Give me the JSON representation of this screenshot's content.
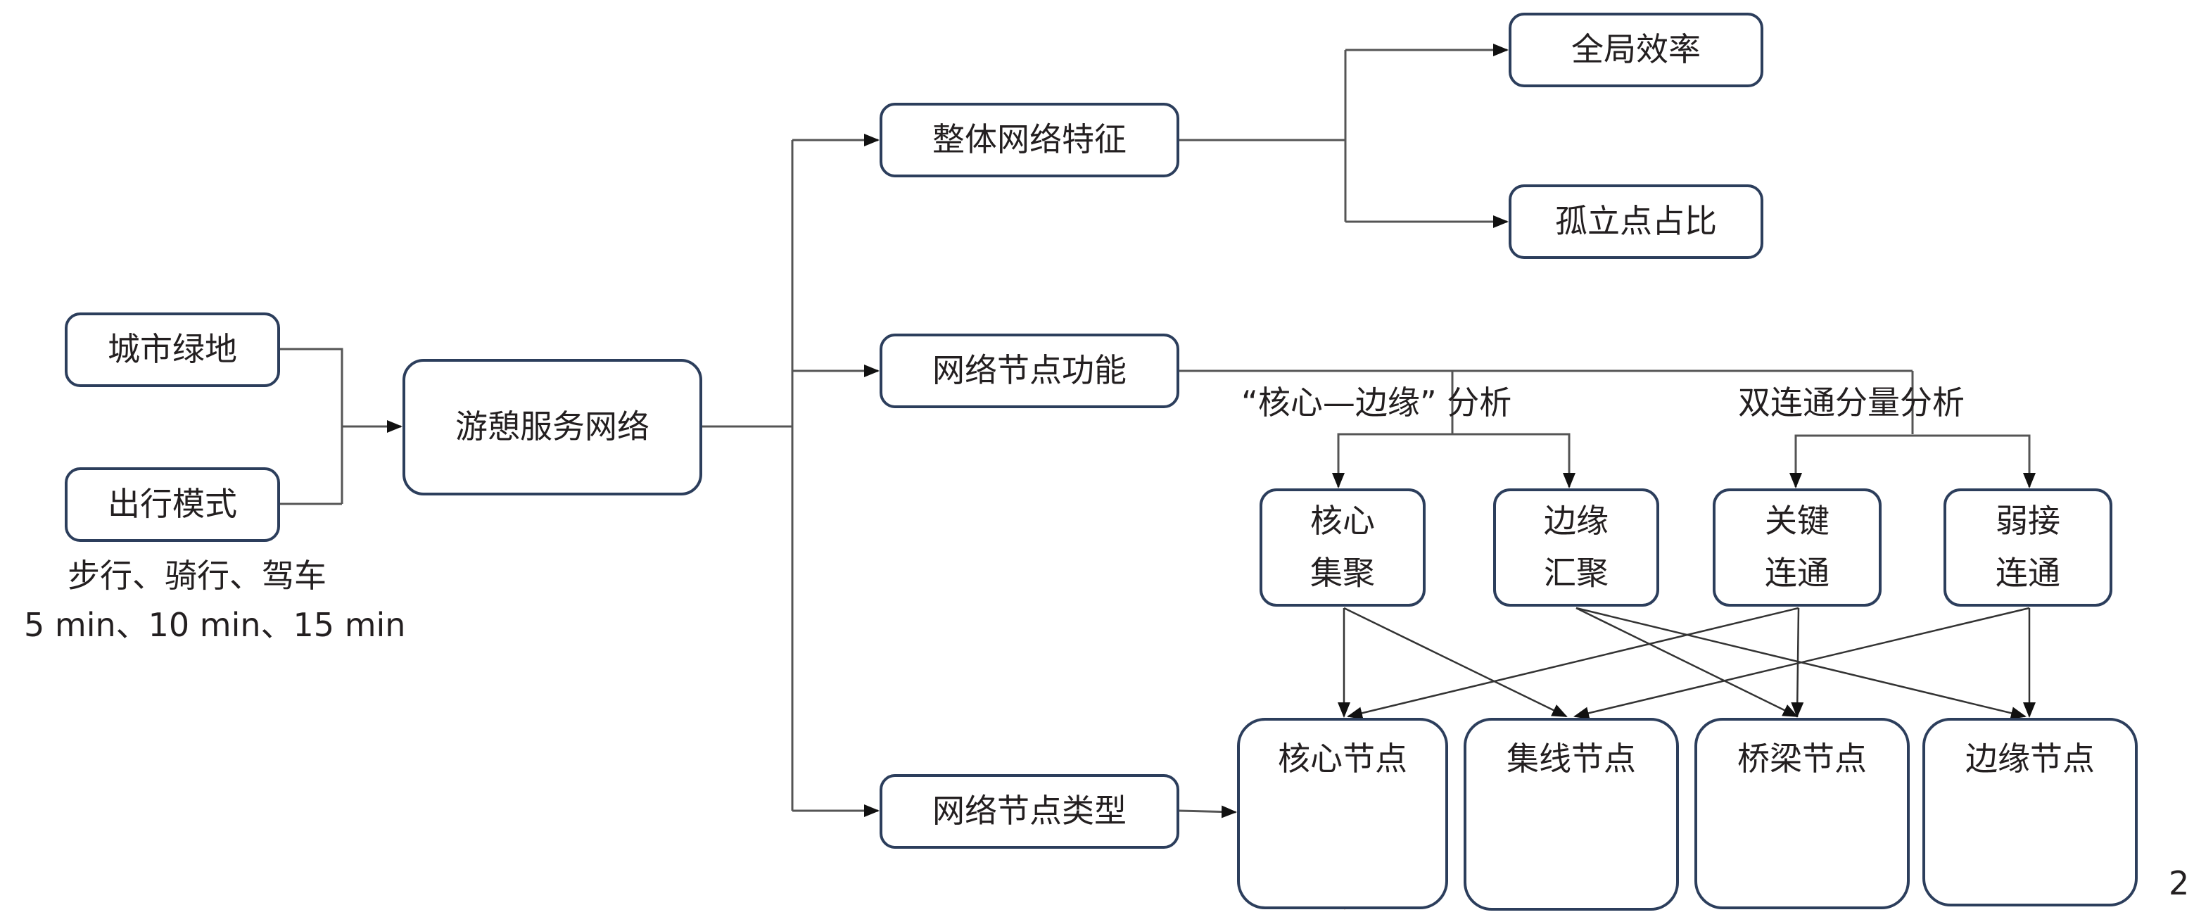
{
  "inputs": {
    "green_space": "城市绿地",
    "travel_mode": "出行模式",
    "travel_mode_notes": [
      "步行、骑行、驾车",
      "5 min、10 min、15 min"
    ]
  },
  "center": {
    "label": "游憩服务网络"
  },
  "branches": {
    "overall": {
      "label": "整体网络特征",
      "children": [
        "全局效率",
        "孤立点占比"
      ]
    },
    "function": {
      "label": "网络节点功能",
      "analyses": [
        {
          "label": "“核心—边缘” 分析",
          "children": [
            [
              "核心",
              "集聚"
            ],
            [
              "边缘",
              "汇聚"
            ]
          ]
        },
        {
          "label": "双连通分量分析",
          "children": [
            [
              "关键",
              "连通"
            ],
            [
              "弱接",
              "连通"
            ]
          ]
        }
      ]
    },
    "type": {
      "label": "网络节点类型",
      "node_types": [
        "核心节点",
        "集线节点",
        "桥梁节点",
        "边缘节点"
      ]
    }
  },
  "mapping_edges": [
    {
      "from": "核心集聚",
      "to": "核心节点"
    },
    {
      "from": "核心集聚",
      "to": "集线节点"
    },
    {
      "from": "边缘汇聚",
      "to": "桥梁节点"
    },
    {
      "from": "边缘汇聚",
      "to": "边缘节点"
    },
    {
      "from": "关键连通",
      "to": "核心节点"
    },
    {
      "from": "关键连通",
      "to": "桥梁节点"
    },
    {
      "from": "弱接连通",
      "to": "集线节点"
    },
    {
      "from": "弱接连通",
      "to": "边缘节点"
    }
  ],
  "colors": {
    "outgoing_arrow": "#e07b2a",
    "incoming_arrow": "#1a1a1a",
    "node_fill": "#d0d0d2",
    "border": "#2c3e5c"
  },
  "page_number": "2"
}
